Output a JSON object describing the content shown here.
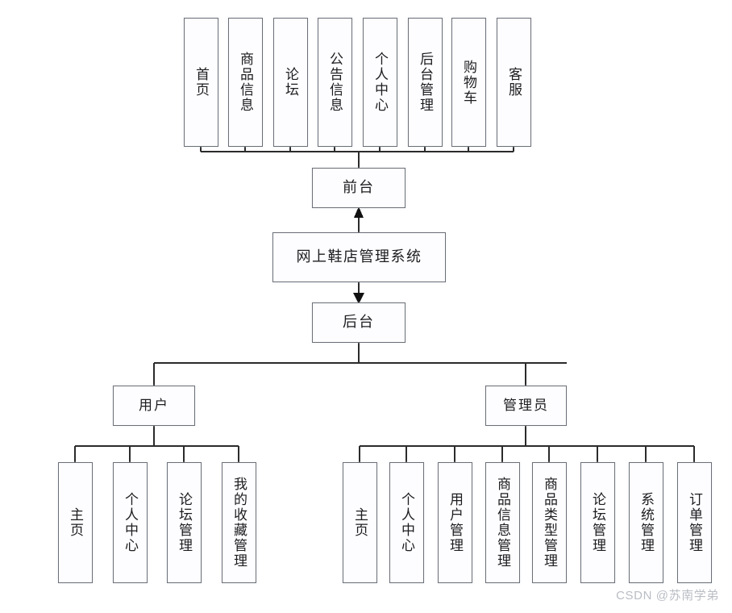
{
  "diagram": {
    "title": "网上鞋店管理系统",
    "root": {
      "label": "网上鞋店管理系统"
    },
    "frontend": {
      "label": "前台"
    },
    "backend": {
      "label": "后台"
    },
    "frontend_items": [
      {
        "label": "首页"
      },
      {
        "label": "商品信息"
      },
      {
        "label": "论坛"
      },
      {
        "label": "公告信息"
      },
      {
        "label": "个人中心"
      },
      {
        "label": "后台管理"
      },
      {
        "label": "购物车"
      },
      {
        "label": "客服"
      }
    ],
    "roles": [
      {
        "label": "用户"
      },
      {
        "label": "管理员"
      }
    ],
    "user_items": [
      {
        "label": "主页"
      },
      {
        "label": "个人中心"
      },
      {
        "label": "论坛管理"
      },
      {
        "label": "我的收藏管理"
      }
    ],
    "admin_items": [
      {
        "label": "主页"
      },
      {
        "label": "个人中心"
      },
      {
        "label": "用户管理"
      },
      {
        "label": "商品信息管理"
      },
      {
        "label": "商品类型管理"
      },
      {
        "label": "论坛管理"
      },
      {
        "label": "系统管理"
      },
      {
        "label": "订单管理"
      }
    ]
  },
  "watermark": {
    "text": "CSDN @苏南学弟"
  },
  "colors": {
    "box_border": "#6b6f76",
    "line": "#2b2b2b",
    "text": "#1d1d20",
    "watermark": "#b9bdc4",
    "background": "#ffffff"
  }
}
